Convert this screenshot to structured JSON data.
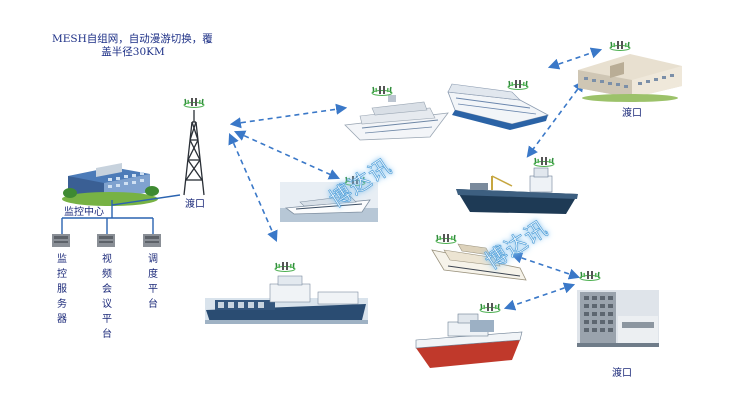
{
  "headline": {
    "line1": "MESH自组网，自动漫游切换，覆",
    "line2": "盖半径30KM"
  },
  "labels": {
    "monitor_center": "监控中心",
    "ferry_left": "渡口",
    "ferry_top_right": "渡口",
    "ferry_bottom_right": "渡口"
  },
  "platforms": [
    {
      "label": "监控服务器"
    },
    {
      "label": "视频会议平台"
    },
    {
      "label": "调度平台"
    }
  ],
  "watermarks": [
    "博达讯",
    "博达讯"
  ],
  "colors": {
    "text": "#1c2a7a",
    "link": "#3a78c8",
    "ship_hull": "#f2f4f6",
    "dark_hull": "#1e3a55",
    "water": "#1b4b6b"
  }
}
